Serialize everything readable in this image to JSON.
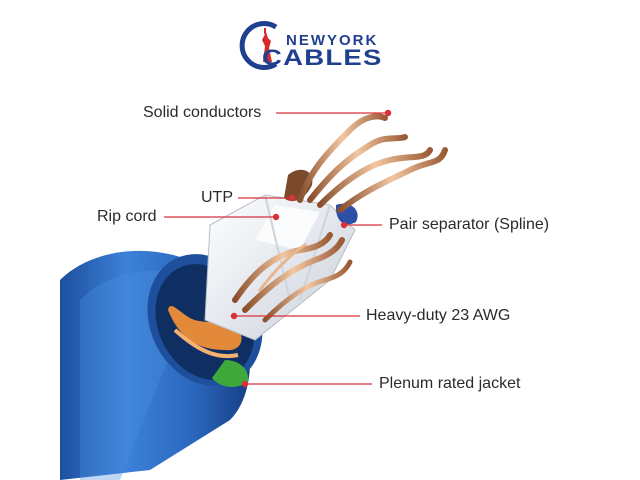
{
  "logo": {
    "line1": "NEWYORK",
    "line2": "CABLES",
    "navy": "#1f3f8f",
    "red": "#d72b2b"
  },
  "labels": {
    "solid_conductors": "Solid conductors",
    "utp": "UTP",
    "rip_cord": "Rip cord",
    "pair_separator": "Pair separator (Spline)",
    "heavy_duty": "Heavy-duty 23 AWG",
    "plenum_jacket": "Plenum rated jacket"
  },
  "colors": {
    "leader_line": "#d7323b",
    "jacket_blue": "#2f6fc8",
    "copper": "#c9835a",
    "label_text": "#2a2a2a"
  }
}
